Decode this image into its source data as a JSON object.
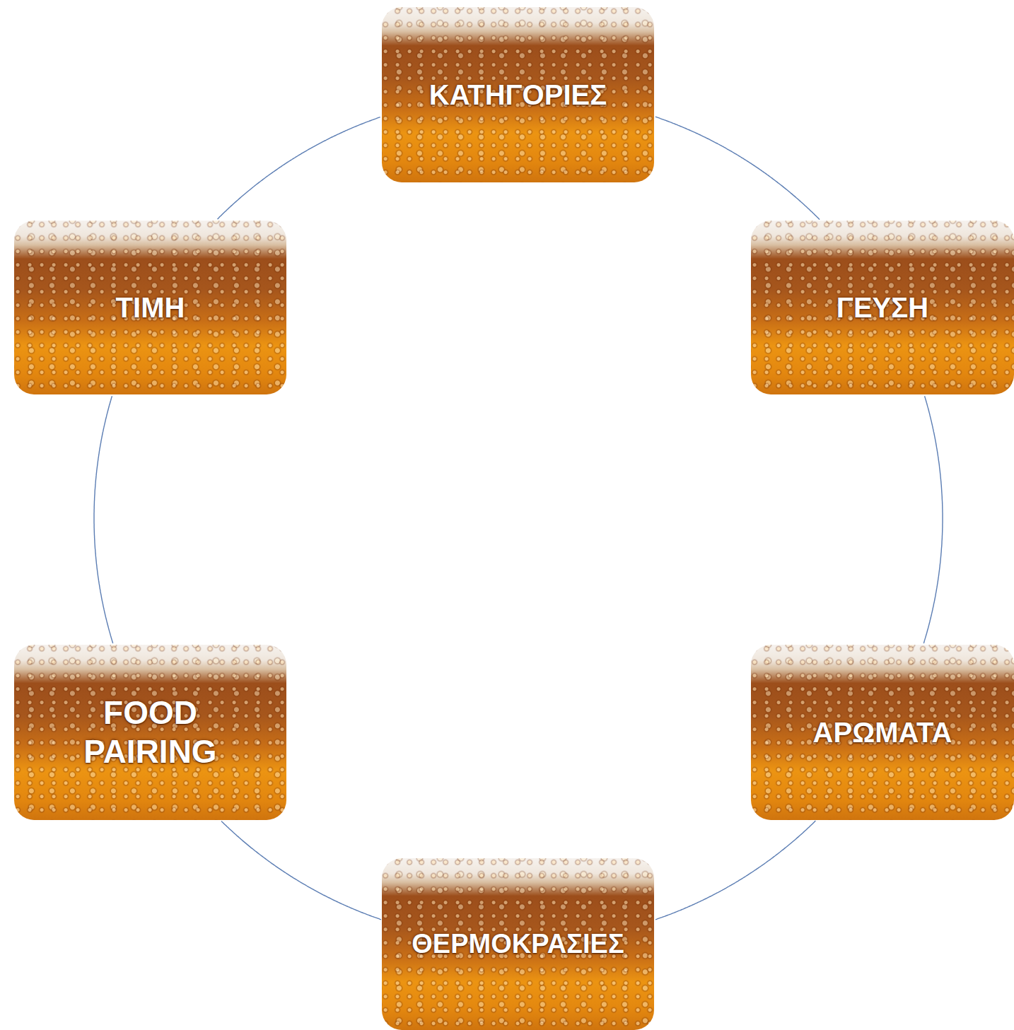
{
  "diagram": {
    "nodes": [
      {
        "text": [
          "ΚΑΤΗΓΟΡΙΕΣ"
        ]
      },
      {
        "text": [
          "ΓΕΥΣΗ"
        ]
      },
      {
        "text": [
          "ΑΡΩΜΑΤΑ"
        ]
      },
      {
        "text": [
          "ΘΕΡΜΟΚΡΑΣΙΕΣ"
        ]
      },
      {
        "text": [
          "FOOD PAIRING"
        ]
      },
      {
        "text": [
          "ΤΙΜΗ"
        ]
      }
    ],
    "edges": [
      {
        "from": 0,
        "to": 1,
        "arrow": "none"
      },
      {
        "from": 1,
        "to": 2,
        "arrow": "none"
      },
      {
        "from": 2,
        "to": 3,
        "arrow": "none"
      },
      {
        "from": 3,
        "to": 4,
        "arrow": "none"
      },
      {
        "from": 4,
        "to": 5,
        "arrow": "none"
      },
      {
        "from": 5,
        "to": 0,
        "arrow": "none"
      }
    ]
  }
}
